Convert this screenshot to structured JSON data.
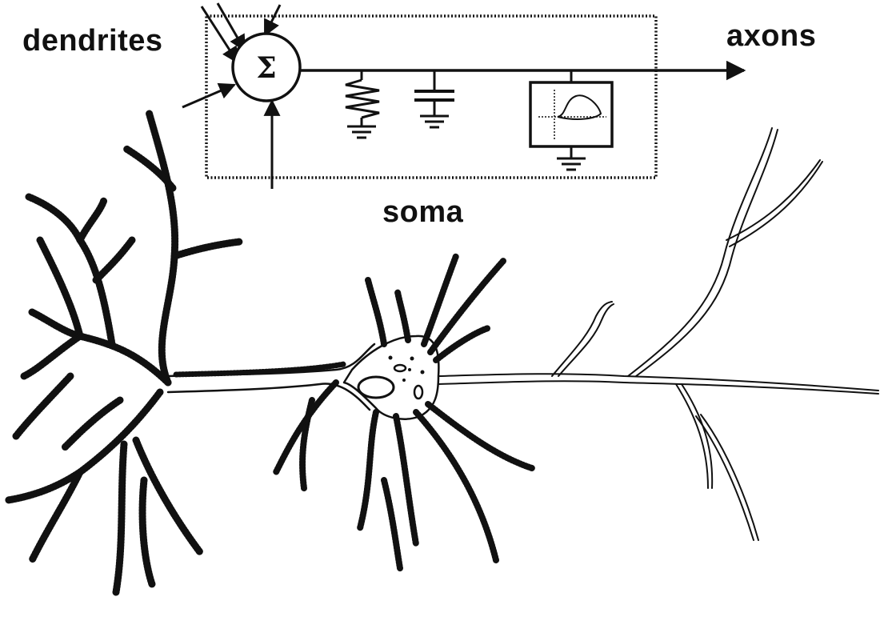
{
  "labels": {
    "dendrites": "dendrites",
    "axons": "axons",
    "soma": "soma",
    "sum_symbol": "Σ"
  },
  "colors": {
    "ink": "#111111",
    "background": "#ffffff"
  },
  "icons": {
    "summation": "sigma-circle",
    "resistor": "zigzag-resistor",
    "capacitor": "parallel-plate-capacitor",
    "ground": "ground-symbol",
    "oscilloscope": "action-potential-scope"
  }
}
